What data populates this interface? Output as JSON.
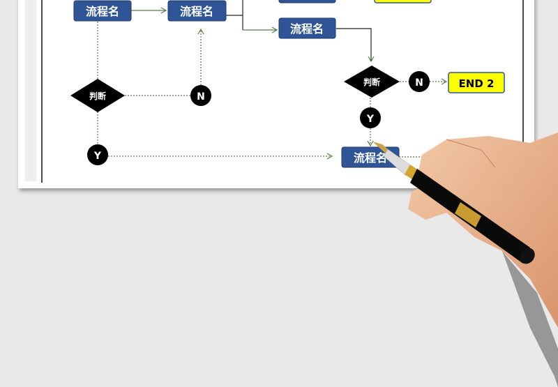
{
  "flowchart": {
    "process_label": "流程名",
    "decision_label": "判断",
    "yes_label": "Y",
    "no_label": "N",
    "end_label": "END 2"
  },
  "colors": {
    "process_fill": "#2f5597",
    "end_fill": "#ffff00",
    "connector": "#5a7a4a",
    "background": "#e9e9e9"
  },
  "decor": {
    "hand_with_pen": "hand-pen-illustration"
  }
}
